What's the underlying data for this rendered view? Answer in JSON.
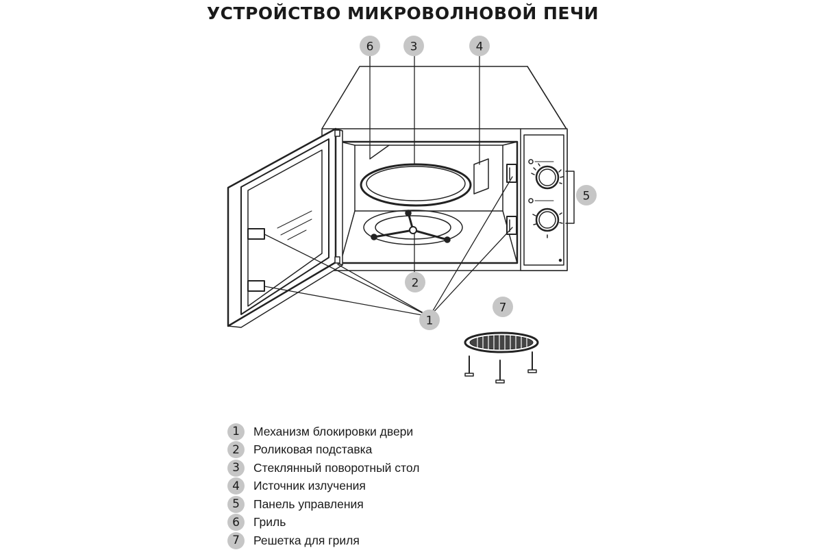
{
  "title": "УСТРОЙСТВО МИКРОВОЛНОВОЙ ПЕЧИ",
  "colors": {
    "badge": "#c6c6c6",
    "line": "#222222",
    "text": "#1a1a1a"
  },
  "callouts": {
    "c6": "6",
    "c3": "3",
    "c4": "4",
    "c5": "5",
    "c2": "2",
    "c1": "1",
    "c7": "7"
  },
  "legend": [
    {
      "num": "1",
      "label": "Механизм блокировки двери"
    },
    {
      "num": "2",
      "label": "Роликовая подставка"
    },
    {
      "num": "3",
      "label": "Стеклянный поворотный стол"
    },
    {
      "num": "4",
      "label": "Источник излучения"
    },
    {
      "num": "5",
      "label": "Панель управления"
    },
    {
      "num": "6",
      "label": "Гриль"
    },
    {
      "num": "7",
      "label": "Решетка для гриля"
    }
  ]
}
